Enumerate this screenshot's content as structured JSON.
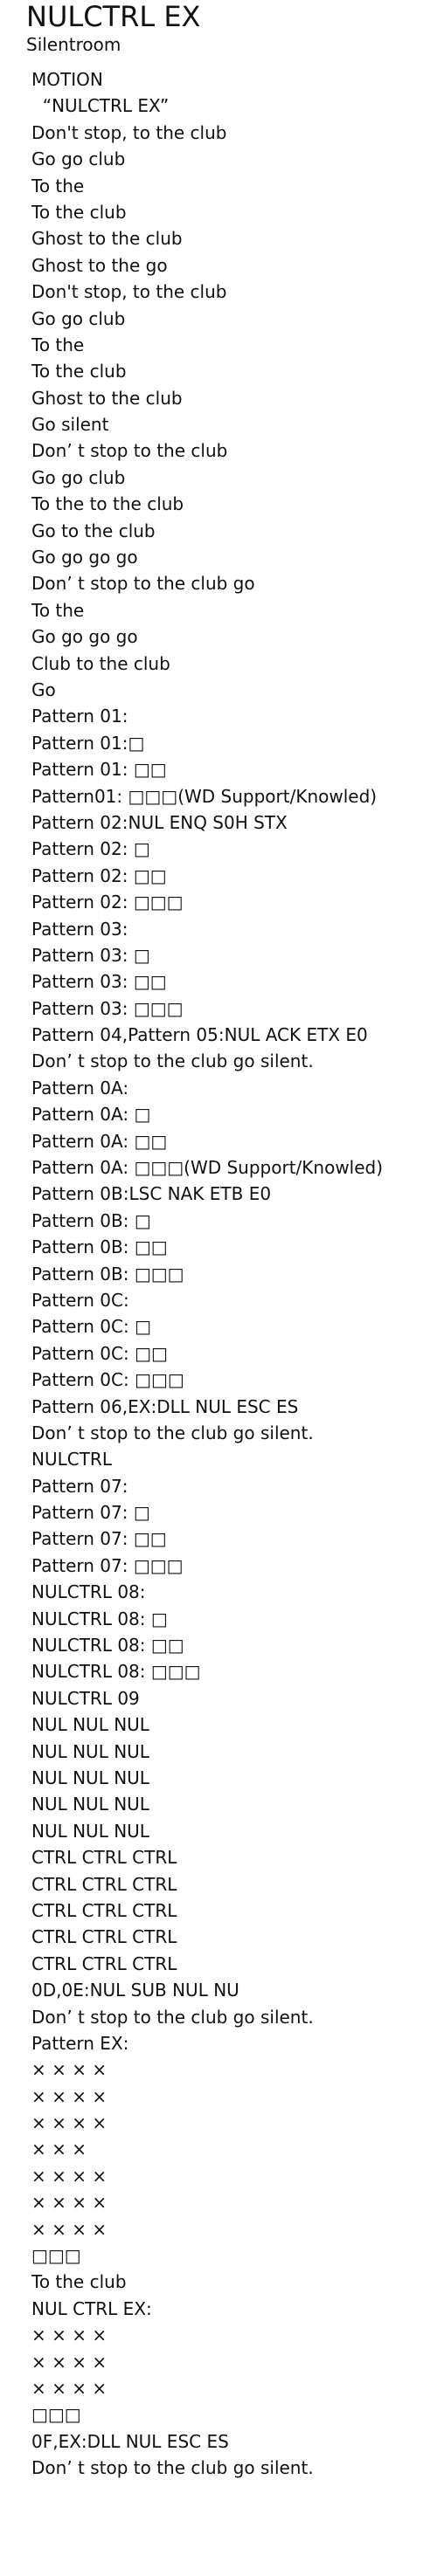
{
  "song": {
    "title": "NULCTRL EX",
    "artist": "Silentroom"
  },
  "lyrics": [
    "MOTION",
    "  “NULCTRL EX”",
    "Don't stop, to the club",
    "Go go club",
    "To the",
    "To the club",
    "Ghost to the club",
    "Ghost to the go",
    "Don't stop, to the club",
    "Go go club",
    "To the",
    "To the club",
    "Ghost to the club",
    "Go silent",
    "Don’ t stop to the club",
    "Go go club",
    "To the to the club",
    "Go to the club",
    "Go go go go",
    "Don’ t stop to the club go",
    "To the",
    "Go go go go",
    "Club to the club",
    "Go",
    "Pattern 01:",
    "Pattern 01:□",
    "Pattern 01: □□",
    "Pattern01: □□□(WD Support/Knowled)",
    "Pattern 02:NUL ENQ S0H STX",
    "Pattern 02: □",
    "Pattern 02: □□",
    "Pattern 02: □□□",
    "Pattern 03:",
    "Pattern 03: □",
    "Pattern 03: □□",
    "Pattern 03: □□□",
    "Pattern 04,Pattern 05:NUL ACK ETX E0",
    "Don’ t stop to the club go silent.",
    "Pattern 0A:",
    "Pattern 0A: □",
    "Pattern 0A: □□",
    "Pattern 0A: □□□(WD Support/Knowled)",
    "Pattern 0B:LSC NAK ETB E0",
    "Pattern 0B: □",
    "Pattern 0B: □□",
    "Pattern 0B: □□□",
    "Pattern 0C:",
    "Pattern 0C: □",
    "Pattern 0C: □□",
    "Pattern 0C: □□□",
    "Pattern 06,EX:DLL NUL ESC ES",
    "Don’ t stop to the club go silent.",
    "NULCTRL",
    "Pattern 07:",
    "Pattern 07: □",
    "Pattern 07: □□",
    "Pattern 07: □□□",
    "NULCTRL 08:",
    "NULCTRL 08: □",
    "NULCTRL 08: □□",
    "NULCTRL 08: □□□",
    "NULCTRL 09",
    "NUL NUL NUL",
    "NUL NUL NUL",
    "NUL NUL NUL",
    "NUL NUL NUL",
    "NUL NUL NUL",
    "CTRL CTRL CTRL",
    "CTRL CTRL CTRL",
    "CTRL CTRL CTRL",
    "CTRL CTRL CTRL",
    "CTRL CTRL CTRL",
    "0D,0E:NUL SUB NUL NU",
    "Don’ t stop to the club go silent.",
    "Pattern EX:",
    "× × × ×",
    "× × × ×",
    "× × × ×",
    "× × ×",
    "× × × ×",
    "× × × ×",
    "× × × ×",
    "□□□",
    "To the club",
    "NUL CTRL EX:",
    "× × × ×",
    "× × × ×",
    "× × × ×",
    "□□□",
    "0F,EX:DLL NUL ESC ES",
    "Don’ t stop to the club go silent."
  ]
}
